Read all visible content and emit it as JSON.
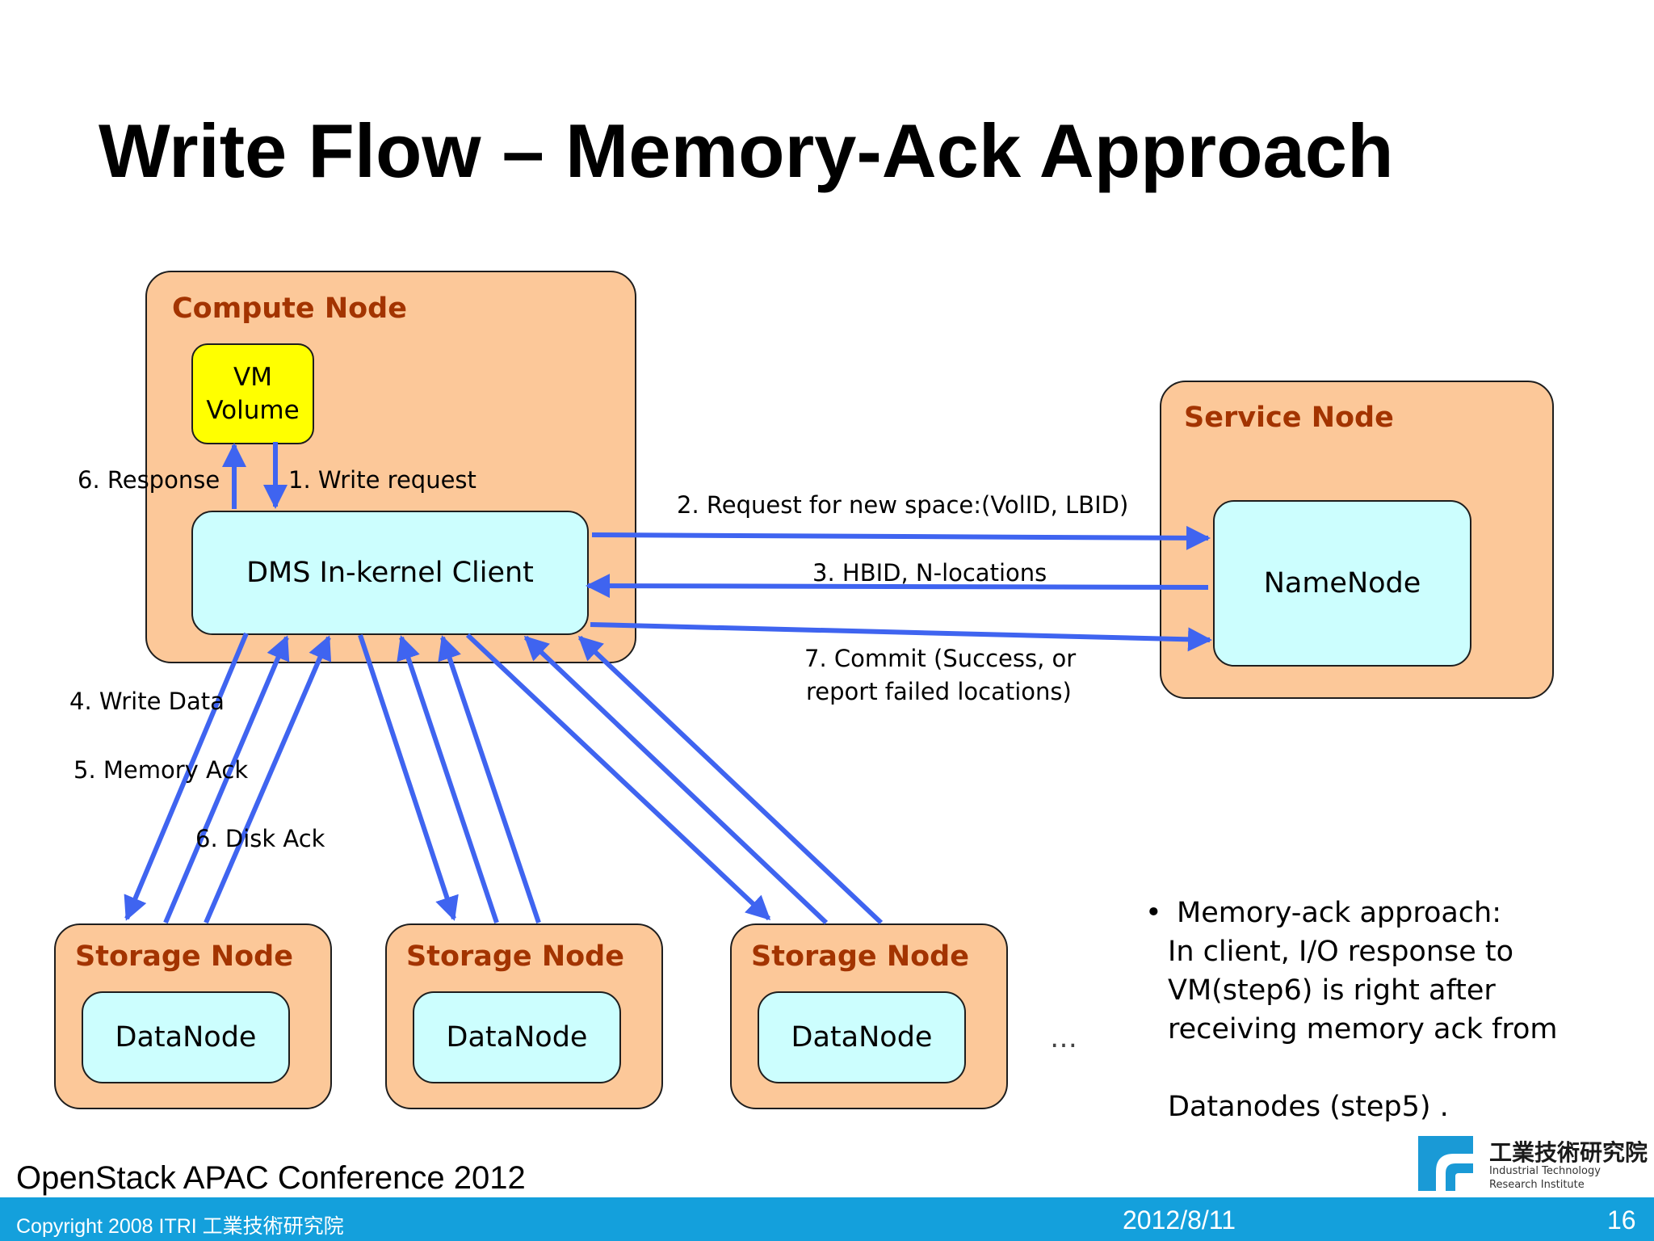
{
  "slide": {
    "title": "Write Flow – Memory-Ack Approach"
  },
  "diagram": {
    "compute_node": {
      "title": "Compute Node",
      "vm_volume_line1": "VM",
      "vm_volume_line2": "Volume",
      "client": "DMS In-kernel Client"
    },
    "service_node": {
      "title": "Service Node",
      "namenode": "NameNode"
    },
    "storage_nodes": [
      {
        "title": "Storage Node",
        "datanode": "DataNode"
      },
      {
        "title": "Storage Node",
        "datanode": "DataNode"
      },
      {
        "title": "Storage Node",
        "datanode": "DataNode"
      }
    ],
    "ellipsis": "…",
    "labels": {
      "response": "6. Response",
      "write_request": "1. Write request",
      "request_space": "2.  Request for new space:(VolID, LBID)",
      "hbid": "3. HBID, N-locations",
      "commit_line1": "7. Commit (Success, or",
      "commit_line2": "report failed locations)",
      "write_data": "4. Write Data",
      "memory_ack": "5. Memory Ack",
      "disk_ack": "6. Disk Ack"
    },
    "arrow_color": "#3f64f0"
  },
  "note": {
    "bullet": "•",
    "line1": "Memory-ack approach:",
    "line2": "In client, I/O response to",
    "line3": "VM(step6) is right after",
    "line4": "receiving memory ack from",
    "line5": "Datanodes (step5) ."
  },
  "conference": "OpenStack APAC Conference 2012",
  "logo": {
    "chinese": "工業技術研究院",
    "english_line1": "Industrial Technology",
    "english_line2": "Research Institute"
  },
  "footer": {
    "copyright": "Copyright 2008 ITRI  工業技術研究院",
    "date": "2012/8/11",
    "page": "16"
  }
}
